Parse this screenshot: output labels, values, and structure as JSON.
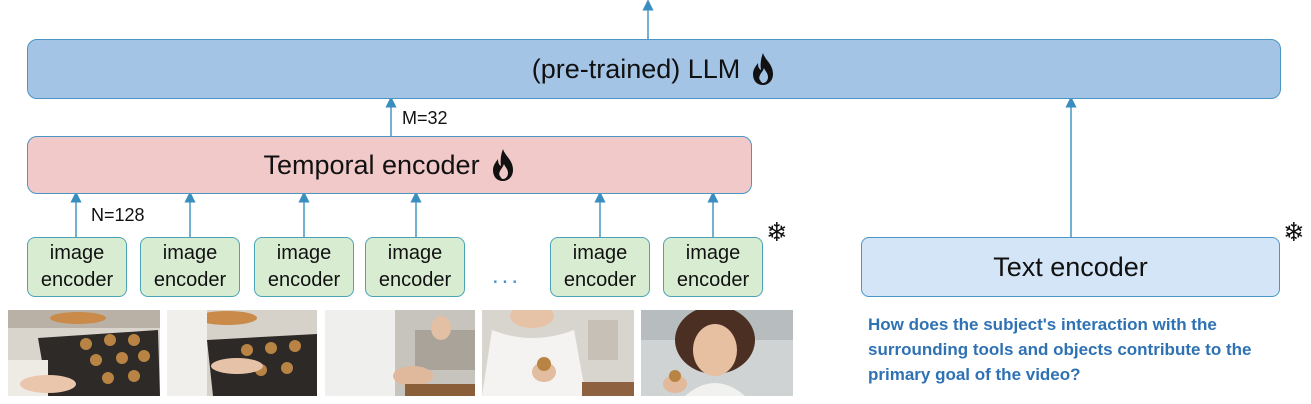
{
  "llm": {
    "label": "(pre-trained) LLM"
  },
  "temporal_encoder": {
    "label": "Temporal encoder"
  },
  "text_encoder": {
    "label": "Text encoder"
  },
  "m_label": "M=32",
  "n_label": "N=128",
  "image_encoder": {
    "line1": "image",
    "line2": "encoder"
  },
  "ellipsis": "...",
  "question": "How does the subject's interaction with the surrounding tools and objects contribute to the primary goal of the video?",
  "colors": {
    "llm_fill": "#a4c4e6",
    "temporal_fill": "#f2c9c9",
    "image_encoder_fill": "#d8ecd2",
    "text_encoder_fill": "#d3e5f7",
    "arrow": "#3a8dbf",
    "question_text": "#2f72b4",
    "flame": "#111111"
  },
  "icons": {
    "trainable": "flame-icon",
    "frozen": "snowflake-icon"
  }
}
